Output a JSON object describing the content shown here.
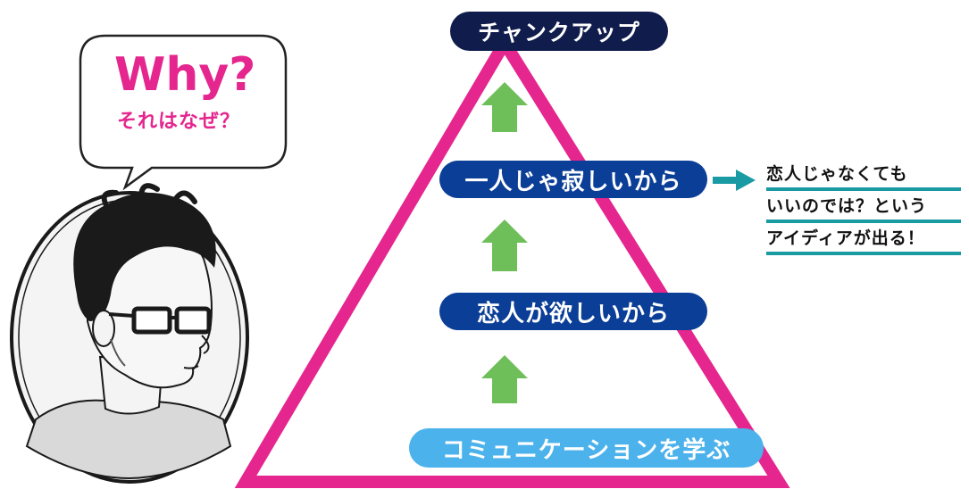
{
  "speech_bubble": {
    "title": "Why?",
    "subtitle": "それはなぜ？"
  },
  "pyramid": {
    "top_label": "チャンクアップ",
    "level_3": "一人じゃ寂しいから",
    "level_2": "恋人が欲しいから",
    "base_label": "コミュニケーションを学ぶ"
  },
  "side_note": {
    "lines": [
      "恋人じゃなくても",
      "いいのでは？という",
      "アイディアが出る！"
    ]
  },
  "colors": {
    "pyramid_outline": "#e4268e",
    "arrow_green": "#6ebf5a",
    "top_pill": "#0f1c4c",
    "mid_pill": "#0b3e97",
    "bottom_pill": "#4cb2ec",
    "note_arrow": "#1a9aa3"
  }
}
